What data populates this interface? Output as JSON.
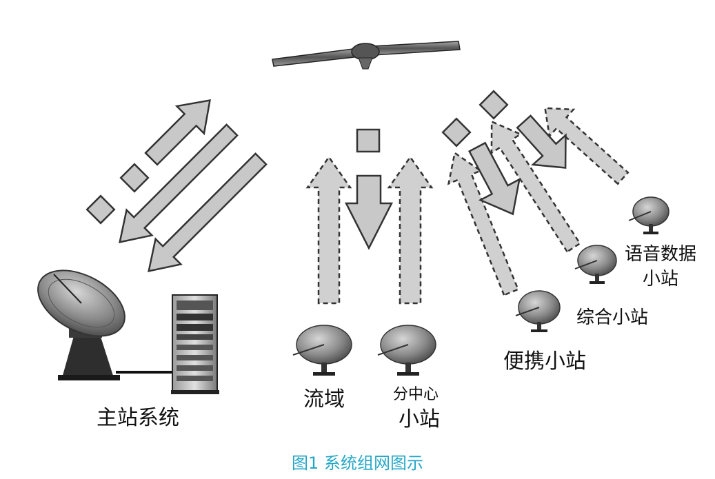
{
  "labels": {
    "main_station": "主站系统",
    "basin": "流域",
    "sub_center_line1": "分中心",
    "sub_center_line2": "小站",
    "portable": "便携小站",
    "integrated": "综合小站",
    "voice_data_line1": "语音数据",
    "voice_data_line2": "小站"
  },
  "caption": "图1 系统组网图示",
  "colors": {
    "caption": "#22a7c7",
    "arrow_fill": "#c8c8c8",
    "arrow_stroke": "#333333",
    "dish": "#8e8e8e"
  }
}
